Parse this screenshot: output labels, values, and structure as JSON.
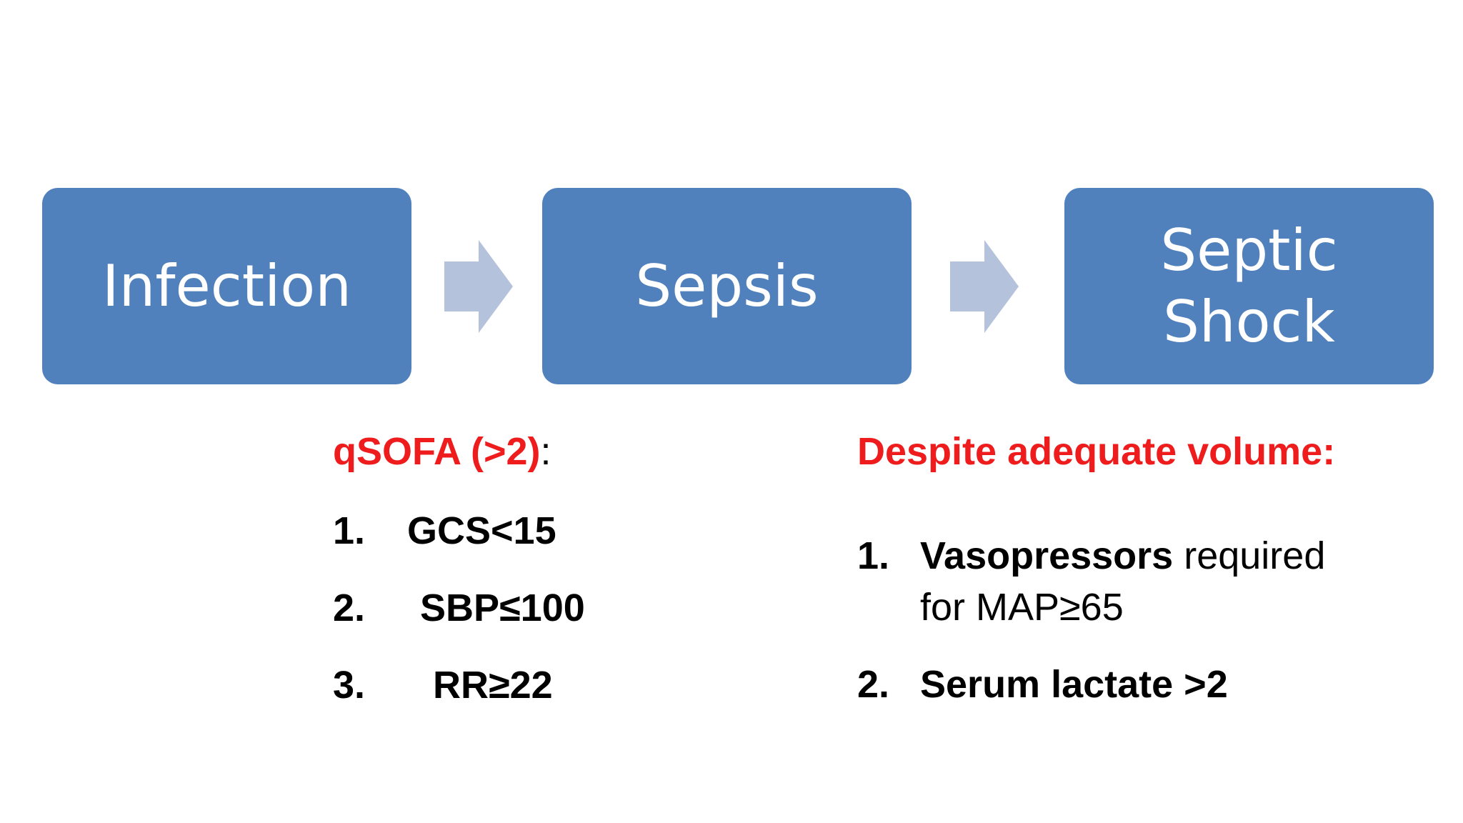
{
  "flow": {
    "boxes": [
      {
        "label": "Infection"
      },
      {
        "label": "Sepsis"
      },
      {
        "label_line1": "Septic",
        "label_line2": "Shock"
      }
    ],
    "box_color": "#5181bd",
    "arrow_color": "#b4c2dc"
  },
  "qsofa": {
    "heading": "qSOFA (>2)",
    "heading_suffix": ":",
    "items": [
      {
        "num": "1.",
        "text": "GCS<15"
      },
      {
        "num": "2.",
        "text": "SBP≤100"
      },
      {
        "num": "3.",
        "text": "RR≥22"
      }
    ]
  },
  "septic_shock_criteria": {
    "heading": "Despite adequate volume:",
    "items": [
      {
        "num": "1.",
        "bold": "Vasopressors",
        "rest_line1": " required",
        "line2": "for MAP≥65"
      },
      {
        "num": "2.",
        "bold": "Serum lactate >2"
      }
    ]
  },
  "colors": {
    "accent_red": "#ee1c1c",
    "text": "#000000"
  }
}
